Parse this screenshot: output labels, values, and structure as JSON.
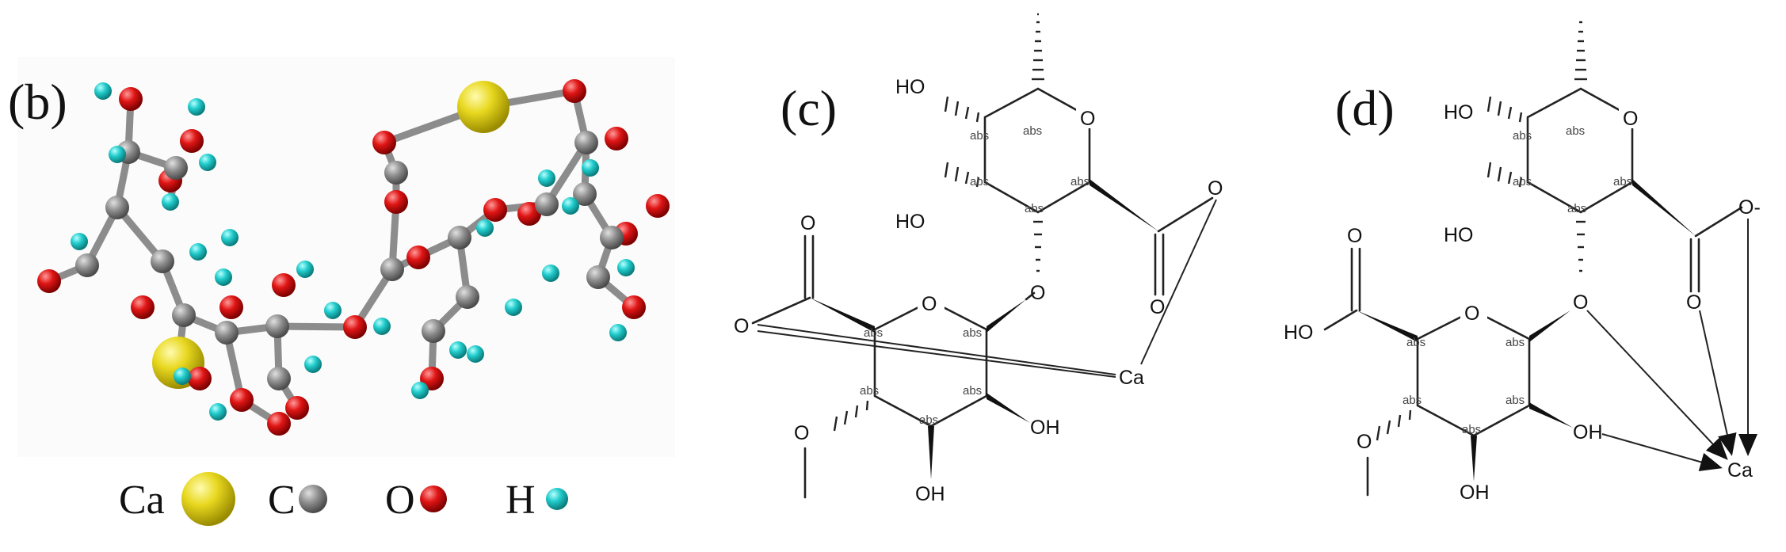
{
  "panels": {
    "b": {
      "label": "(b)"
    },
    "c": {
      "label": "(c)"
    },
    "d": {
      "label": "(d)"
    }
  },
  "legend": [
    {
      "symbol": "Ca",
      "color": "#e6d21e"
    },
    {
      "symbol": "C",
      "color": "#8c8c8c"
    },
    {
      "symbol": "O",
      "color": "#e01515"
    },
    {
      "symbol": "H",
      "color": "#22cccc"
    }
  ],
  "atoms": {
    "ho": "HO",
    "oh": "OH",
    "o": "O",
    "ca": "Ca",
    "abs": "abs",
    "o_minus": "O-"
  }
}
